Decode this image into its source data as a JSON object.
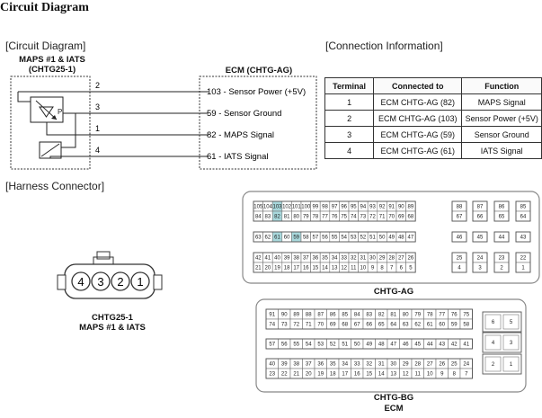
{
  "page_title": "Circuit Diagram",
  "sections": {
    "circuit_diagram": "[Circuit Diagram]",
    "connection_info": "[Connection Information]",
    "harness_connector": "[Harness Connector]"
  },
  "sensor": {
    "line1": "MAPS #1 & IATS",
    "line2": "(CHTG25-1)"
  },
  "ecm_label": "ECM (CHTG-AG)",
  "pins": [
    {
      "terminal": "2",
      "ecm_pin": "103",
      "label": "Sensor Power (+5V)"
    },
    {
      "terminal": "3",
      "ecm_pin": "59",
      "label": "Sensor Ground"
    },
    {
      "terminal": "1",
      "ecm_pin": "82",
      "label": "MAPS Signal"
    },
    {
      "terminal": "4",
      "ecm_pin": "61",
      "label": "IATS Signal"
    }
  ],
  "sensor_symbol_text": "P",
  "connection_table": {
    "headers": [
      "Terminal",
      "Connected to",
      "Function"
    ],
    "rows": [
      [
        "1",
        "ECM CHTG-AG (82)",
        "MAPS Signal"
      ],
      [
        "2",
        "ECM CHTG-AG (103)",
        "Sensor Power (+5V)"
      ],
      [
        "3",
        "ECM CHTG-AG (59)",
        "Sensor Ground"
      ],
      [
        "4",
        "ECM CHTG-AG (61)",
        "IATS Signal"
      ]
    ]
  },
  "harness": {
    "pins": [
      "4",
      "3",
      "2",
      "1"
    ],
    "label_line1": "CHTG25-1",
    "label_line2": "MAPS #1 & IATS"
  },
  "chtg_ag": {
    "name": "CHTG-AG",
    "highlight_color": "#a8d8dc",
    "highlighted_pins": [
      "103",
      "82",
      "61",
      "59"
    ],
    "main_rows": [
      [
        "105",
        "104",
        "103",
        "102",
        "101",
        "100",
        "99",
        "98",
        "97",
        "96",
        "95",
        "94",
        "93",
        "92",
        "91",
        "90",
        "89"
      ],
      [
        "84",
        "83",
        "82",
        "81",
        "80",
        "79",
        "78",
        "77",
        "76",
        "75",
        "74",
        "73",
        "72",
        "71",
        "70",
        "69",
        "68"
      ],
      [
        "63",
        "62",
        "61",
        "60",
        "59",
        "58",
        "57",
        "56",
        "55",
        "54",
        "53",
        "52",
        "51",
        "50",
        "49",
        "48",
        "47"
      ],
      [
        "42",
        "41",
        "40",
        "39",
        "38",
        "37",
        "36",
        "35",
        "34",
        "33",
        "32",
        "31",
        "30",
        "29",
        "28",
        "27",
        "26"
      ],
      [
        "21",
        "20",
        "19",
        "18",
        "17",
        "16",
        "15",
        "14",
        "13",
        "12",
        "11",
        "10",
        "9",
        "8",
        "7",
        "6",
        "5"
      ]
    ],
    "side_rows": [
      [
        "88",
        "87",
        "86",
        "85"
      ],
      [
        "67",
        "66",
        "65",
        "64"
      ],
      [
        "46",
        "45",
        "44",
        "43"
      ],
      [
        "25",
        "24",
        "23",
        "22"
      ],
      [
        "4",
        "3",
        "2",
        "1"
      ]
    ]
  },
  "chtg_bg": {
    "name": "CHTG-BG",
    "ecm_label": "ECM",
    "main_rows": [
      [
        "91",
        "90",
        "89",
        "88",
        "87",
        "86",
        "85",
        "84",
        "83",
        "82",
        "81",
        "80",
        "79",
        "78",
        "77",
        "76",
        "75"
      ],
      [
        "74",
        "73",
        "72",
        "71",
        "70",
        "69",
        "68",
        "67",
        "66",
        "65",
        "64",
        "63",
        "62",
        "61",
        "60",
        "59",
        "58"
      ],
      [
        "57",
        "56",
        "55",
        "54",
        "53",
        "52",
        "51",
        "50",
        "49",
        "48",
        "47",
        "46",
        "45",
        "44",
        "43",
        "42",
        "41"
      ],
      [
        "40",
        "39",
        "38",
        "37",
        "36",
        "35",
        "34",
        "33",
        "32",
        "31",
        "30",
        "29",
        "28",
        "27",
        "26",
        "25",
        "24"
      ],
      [
        "23",
        "22",
        "21",
        "20",
        "19",
        "18",
        "17",
        "16",
        "15",
        "14",
        "13",
        "12",
        "11",
        "10",
        "9",
        "8",
        "7"
      ]
    ],
    "side_rows": [
      [
        "6",
        "5"
      ],
      [
        "4",
        "3"
      ],
      [
        "2",
        "1"
      ]
    ]
  }
}
